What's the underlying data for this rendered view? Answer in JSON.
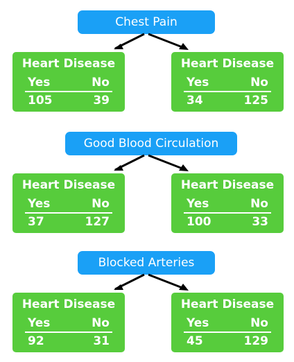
{
  "sections": [
    {
      "root_label": "Chest Pain",
      "left": {
        "title": "Heart Disease",
        "yes_label": "Yes",
        "no_label": "No",
        "yes": "105",
        "no": "39"
      },
      "right": {
        "title": "Heart Disease",
        "yes_label": "Yes",
        "no_label": "No",
        "yes": "34",
        "no": "125"
      }
    },
    {
      "root_label": "Good Blood Circulation",
      "left": {
        "title": "Heart Disease",
        "yes_label": "Yes",
        "no_label": "No",
        "yes": "37",
        "no": "127"
      },
      "right": {
        "title": "Heart Disease",
        "yes_label": "Yes",
        "no_label": "No",
        "yes": "100",
        "no": "33"
      }
    },
    {
      "root_label": "Blocked Arteries",
      "left": {
        "title": "Heart Disease",
        "yes_label": "Yes",
        "no_label": "No",
        "yes": "92",
        "no": "31"
      },
      "right": {
        "title": "Heart Disease",
        "yes_label": "Yes",
        "no_label": "No",
        "yes": "45",
        "no": "129"
      }
    }
  ],
  "colors": {
    "root_fill": "#1aa0f6",
    "leaf_fill": "#57cc3c",
    "text": "#ffffff",
    "arrow": "#000000"
  }
}
